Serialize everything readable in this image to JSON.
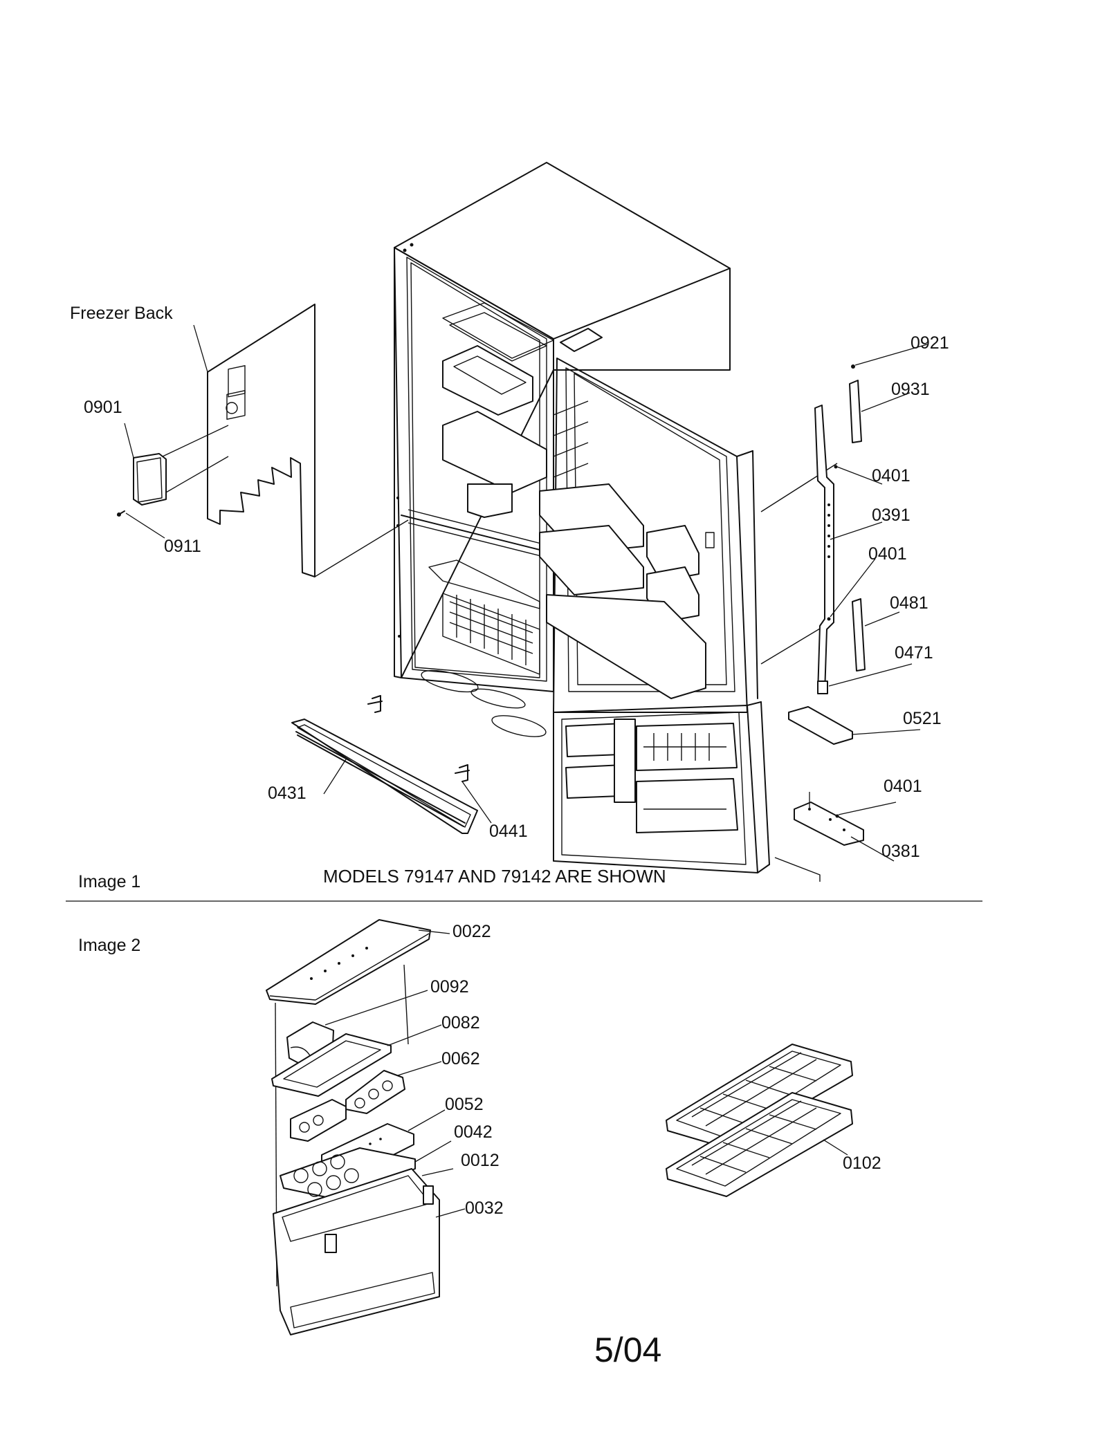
{
  "labels": {
    "freezer_back": "Freezer Back",
    "p0901": "0901",
    "p0911": "0911",
    "p0921": "0921",
    "p0931": "0931",
    "p0401_top": "0401",
    "p0391": "0391",
    "p0401_mid": "0401",
    "p0481": "0481",
    "p0471": "0471",
    "p0521": "0521",
    "p0401_bottom": "0401",
    "p0381": "0381",
    "p0431": "0431",
    "p0441": "0441",
    "p0022": "0022",
    "p0092": "0092",
    "p0082": "0082",
    "p0062": "0062",
    "p0052": "0052",
    "p0042": "0042",
    "p0012": "0012",
    "p0032": "0032",
    "p0102": "0102"
  },
  "sections": {
    "image1": "Image 1",
    "image2": "Image 2"
  },
  "models_note": "MODELS 79147 AND 79142 ARE SHOWN",
  "page_number": "5/04"
}
